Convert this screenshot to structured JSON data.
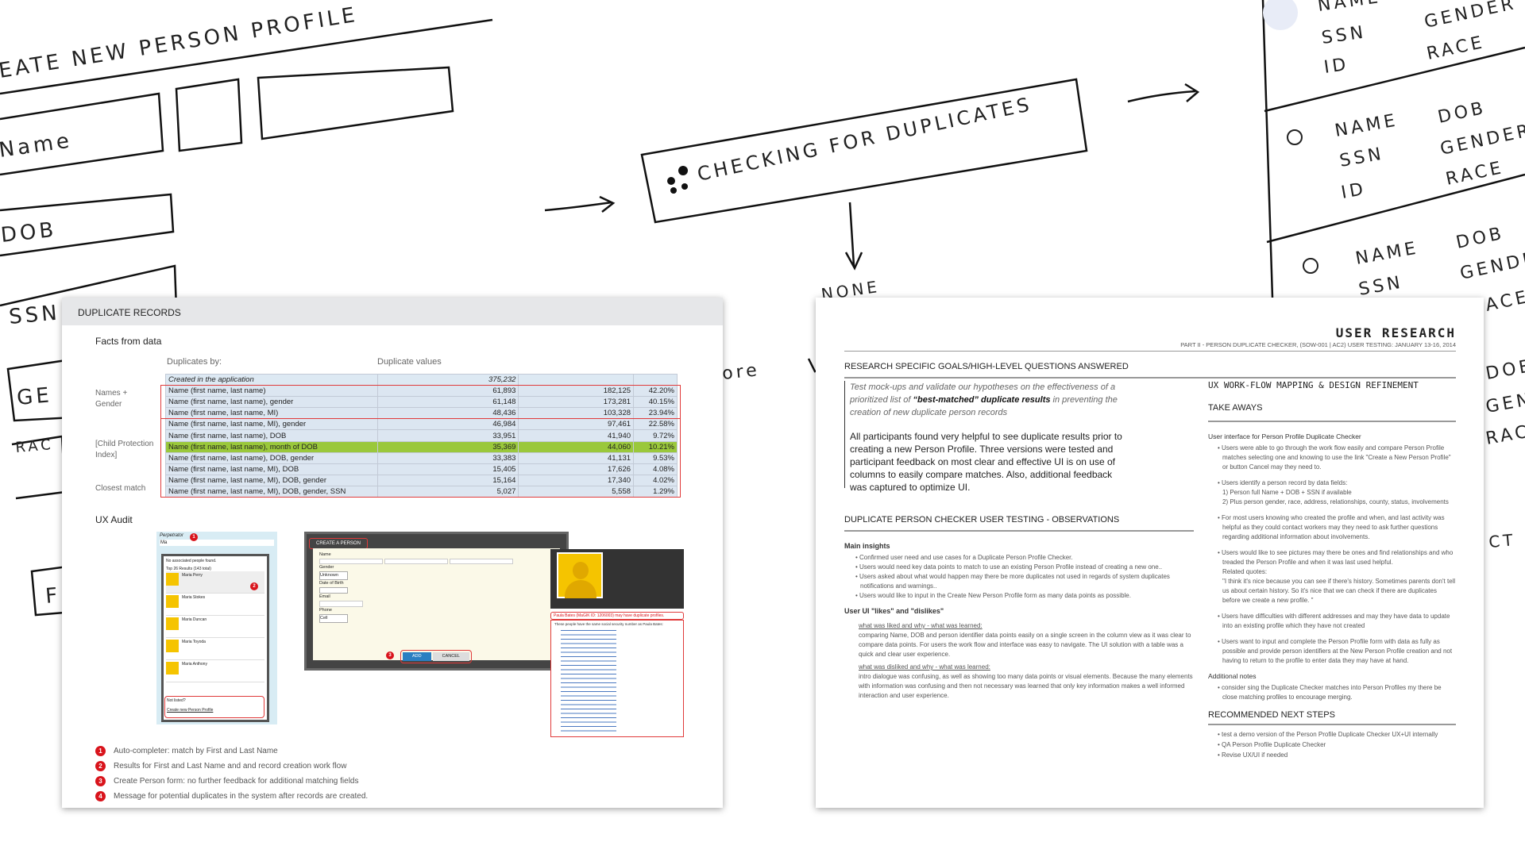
{
  "sketch": {
    "title": "EATE NEW PERSON PROFILE",
    "name": "Name",
    "dob": "DOB",
    "ssn": "SSN",
    "ge": "GE",
    "rac": "RAC",
    "f": "F",
    "checking": "CHECKING FOR DUPLICATES",
    "none": "NONE",
    "ore": "ore",
    "ct": "CT",
    "results": [
      {
        "a": "NAME",
        "b": "GENDER",
        "c": "SSN",
        "d": "RACE",
        "e": "ID"
      },
      {
        "a": "NAME",
        "b": "DOB",
        "c": "SSN",
        "d": "GENDER",
        "e": "ID",
        "f": "RACE"
      },
      {
        "a": "NAME",
        "b": "DOB",
        "c": "SSN",
        "d": "GENDE",
        "e": "ACE"
      }
    ],
    "right_edge": [
      "DOB",
      "GEN",
      "RAC"
    ]
  },
  "left": {
    "header": "DUPLICATE RECORDS",
    "facts": "Facts from data",
    "dup_by": "Duplicates by:",
    "dup_values": "Duplicate values",
    "side_labels": [
      "Names + Gender",
      "[Child Protection Index]",
      "Closest match"
    ],
    "table": [
      [
        "Created in the application",
        "375,232",
        "",
        ""
      ],
      [
        "Name (first name, last name)",
        "61,893",
        "182,125",
        "42.20%"
      ],
      [
        "Name (first name, last name), gender",
        "61,148",
        "173,281",
        "40.15%"
      ],
      [
        "Name (first name, last name, MI)",
        "48,436",
        "103,328",
        "23.94%"
      ],
      [
        "Name (first name, last name, MI), gender",
        "46,984",
        "97,461",
        "22.58%"
      ],
      [
        "Name (first name, last name), DOB",
        "33,951",
        "41,940",
        "9.72%"
      ],
      [
        "Name (first name, last name), month of DOB",
        "35,369",
        "44,060",
        "10.21%"
      ],
      [
        "Name (first name, last name), DOB, gender",
        "33,383",
        "41,131",
        "9.53%"
      ],
      [
        "Name (first name, last name, MI), DOB",
        "15,405",
        "17,626",
        "4.08%"
      ],
      [
        "Name (first name, last name, MI), DOB, gender",
        "15,164",
        "17,340",
        "4.02%"
      ],
      [
        "Name (first name, last name, MI), DOB, gender, SSN",
        "5,027",
        "5,558",
        "1.29%"
      ]
    ],
    "highlight_color": "#9ac83b",
    "ux_audit": "UX Audit",
    "shots": {
      "perp": "Perpetrator",
      "typed": "Ma",
      "none_found": "No associated people found.",
      "top": "Top 26 Results (143 total)",
      "people": [
        "Maria Perry",
        "Maria Stokes",
        "Maria Duncan",
        "Maria Toyoda",
        "Maria Anthony"
      ],
      "not_listed": "Not listed?",
      "create_link": "Create new Person Profile",
      "create_title": "CREATE A PERSON",
      "f_name": "Name",
      "f_gender": "Gender",
      "gender_val": "Unknown",
      "f_dob": "Date of Birth",
      "f_email": "Email",
      "f_phone": "Phone",
      "phone_val": "Cell",
      "add": "ADD",
      "cancel": "CANCEL",
      "warn": "Paula Bates (MaGIK ID: 1206003) may have duplicate profiles.",
      "warn_sub": "These people have the same social security number as Paula Bates:"
    },
    "legend": [
      {
        "n": "1",
        "t": "Auto-completer: match by First and Last Name"
      },
      {
        "n": "2",
        "t": "Results for First and Last Name and and record creation work flow"
      },
      {
        "n": "3",
        "t": "Create Person form: no further feedback for additional matching fields"
      },
      {
        "n": "4",
        "t": "Message for potential duplicates in the system after records are created."
      }
    ],
    "accent": "#d9141c"
  },
  "right": {
    "title": "USER RESEARCH",
    "subtitle": "PART II - PERSON DUPLICATE CHECKER, (SOW-001 | AC2) USER TESTING: JANUARY 13-16, 2014",
    "goals": "RESEARCH SPECIFIC GOALS/HIGH-LEVEL QUESTIONS ANSWERED",
    "quote_a": "Test mock-ups and validate our hypotheses on the effectiveness of a prioritized list of ",
    "quote_b": "“best-matched” duplicate results",
    "quote_c": " in preventing the creation of new duplicate person records",
    "summary": "All participants found very helpful to see duplicate results prior to creating a new Person Profile. Three versions were tested and participant feedback on most clear and effective UI is on use of columns to easily compare matches. Also, additional feedback was captured to optimize UI.",
    "obs": "DUPLICATE PERSON CHECKER USER TESTING - OBSERVATIONS",
    "main": "Main insights",
    "main_items": [
      "Confirmed user need and use cases for a Duplicate Person Profile Checker.",
      "Users would need key data points to match to use an existing Person Profile instead of creating a new one..",
      "Users asked about what would happen may there be more duplicates not used in regards of system duplicates notifications and warnings..",
      "Users would like to input in the Create New Person Profile form as many data points as possible."
    ],
    "likes": "User UI \"likes\" and \"dislikes\"",
    "liked_h": "what was liked and why - what was learned:",
    "liked": "comparing Name, DOB and person identifier data points easily on a single screen in the column view as it was clear to compare data points. For users the work flow and interface was easy to navigate. The UI solution with a table was a quick and clear user experience.",
    "disliked_h": "what was disliked and why - what was learned:",
    "disliked": "intro dialogue was confusing, as well as showing too many data points or visual elements. Because the many elements with information was confusing and then not necessary was learned that only key information makes a well informed interaction and user experience.",
    "ux": "UX WORK-FLOW MAPPING & DESIGN REFINEMENT",
    "take": "TAKE AWAYS",
    "ui_h": "User interface for Person Profile Duplicate Checker",
    "take_items": [
      "Users were able to  go through the work flow easily and compare Person Profile matches selecting one and knowing to use the link \"Create a New Person Profile\" or button Cancel may they need to.",
      "Users identify a person record by data fields:\n1) Person full Name + DOB + SSN if available\n2) Plus person gender, race, address, relationships, county, status, involvements",
      "For most users knowing who created the profile and when, and last activity was helpful as they could contact workers may they need to ask further questions regarding additional information about involvements.",
      "Users would like to see pictures may there be ones and find relationships and who treaded the Person Profile and when it was last used helpful.\nRelated quotes:\n\"I think it's nice because you can see if there's history. Sometimes parents don't tell us about certain history. So it's nice that we can check if there are duplicates before we create a new profile. \"",
      "Users have difficulties with different addresses and may they have data to update into an existing profile which they have not created",
      "Users want to input and complete the Person Profile form with data as fully as possible and provide person identifiers at the New Person Profile creation and not having to return to the profile to enter data they may have at hand."
    ],
    "add_h": "Additional notes",
    "add_items": [
      "consider sing the Duplicate Checker matches into Person Profiles my there be close matching profiles to encourage merging."
    ],
    "next": "RECOMMENDED NEXT STEPS",
    "next_items": [
      "test a demo version of the Person Profile Duplicate Checker UX+UI internally",
      "QA Person Profile Duplicate Checker",
      "Revise UX/UI if needed"
    ]
  }
}
